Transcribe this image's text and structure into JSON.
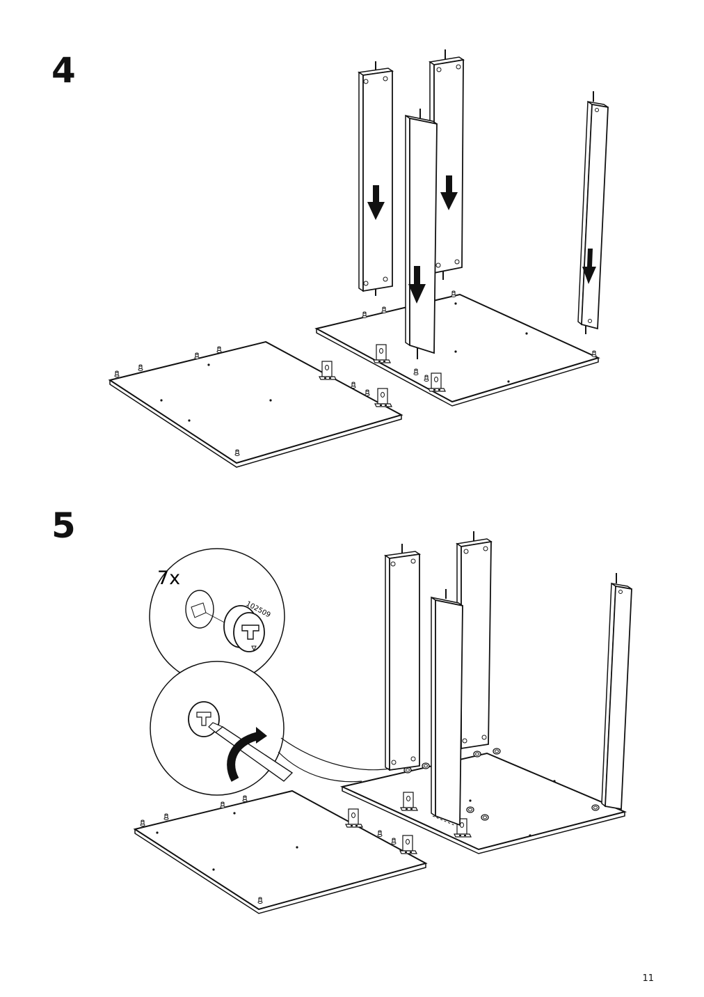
{
  "steps": [
    {
      "number": "4"
    },
    {
      "number": "5",
      "quantity": "7x",
      "part_number": "102509"
    }
  ],
  "page": {
    "number": "11"
  }
}
